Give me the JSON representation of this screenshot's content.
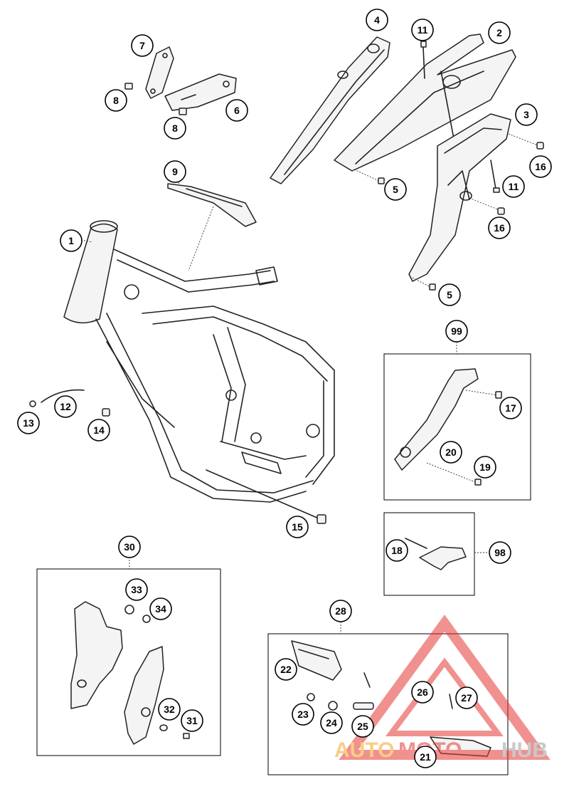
{
  "callouts": {
    "c1": "1",
    "c2": "2",
    "c3": "3",
    "c4": "4",
    "c5a": "5",
    "c5b": "5",
    "c6": "6",
    "c7": "7",
    "c8a": "8",
    "c8b": "8",
    "c9": "9",
    "c11a": "11",
    "c11b": "11",
    "c12": "12",
    "c13": "13",
    "c14": "14",
    "c15": "15",
    "c16a": "16",
    "c16b": "16",
    "c17": "17",
    "c18": "18",
    "c19": "19",
    "c20": "20",
    "c21": "21",
    "c22": "22",
    "c23": "23",
    "c24": "24",
    "c25": "25",
    "c26": "26",
    "c27": "27",
    "c28": "28",
    "c30": "30",
    "c31": "31",
    "c32": "32",
    "c33": "33",
    "c34": "34",
    "c98": "98",
    "c99": "99"
  },
  "watermark": {
    "text_auto": "AUTO",
    "text_moto": "MOTO",
    "text_hub": "HUB",
    "color_red": "#e53935",
    "color_orange": "#f5a623",
    "color_gray": "#9e9e9e"
  }
}
